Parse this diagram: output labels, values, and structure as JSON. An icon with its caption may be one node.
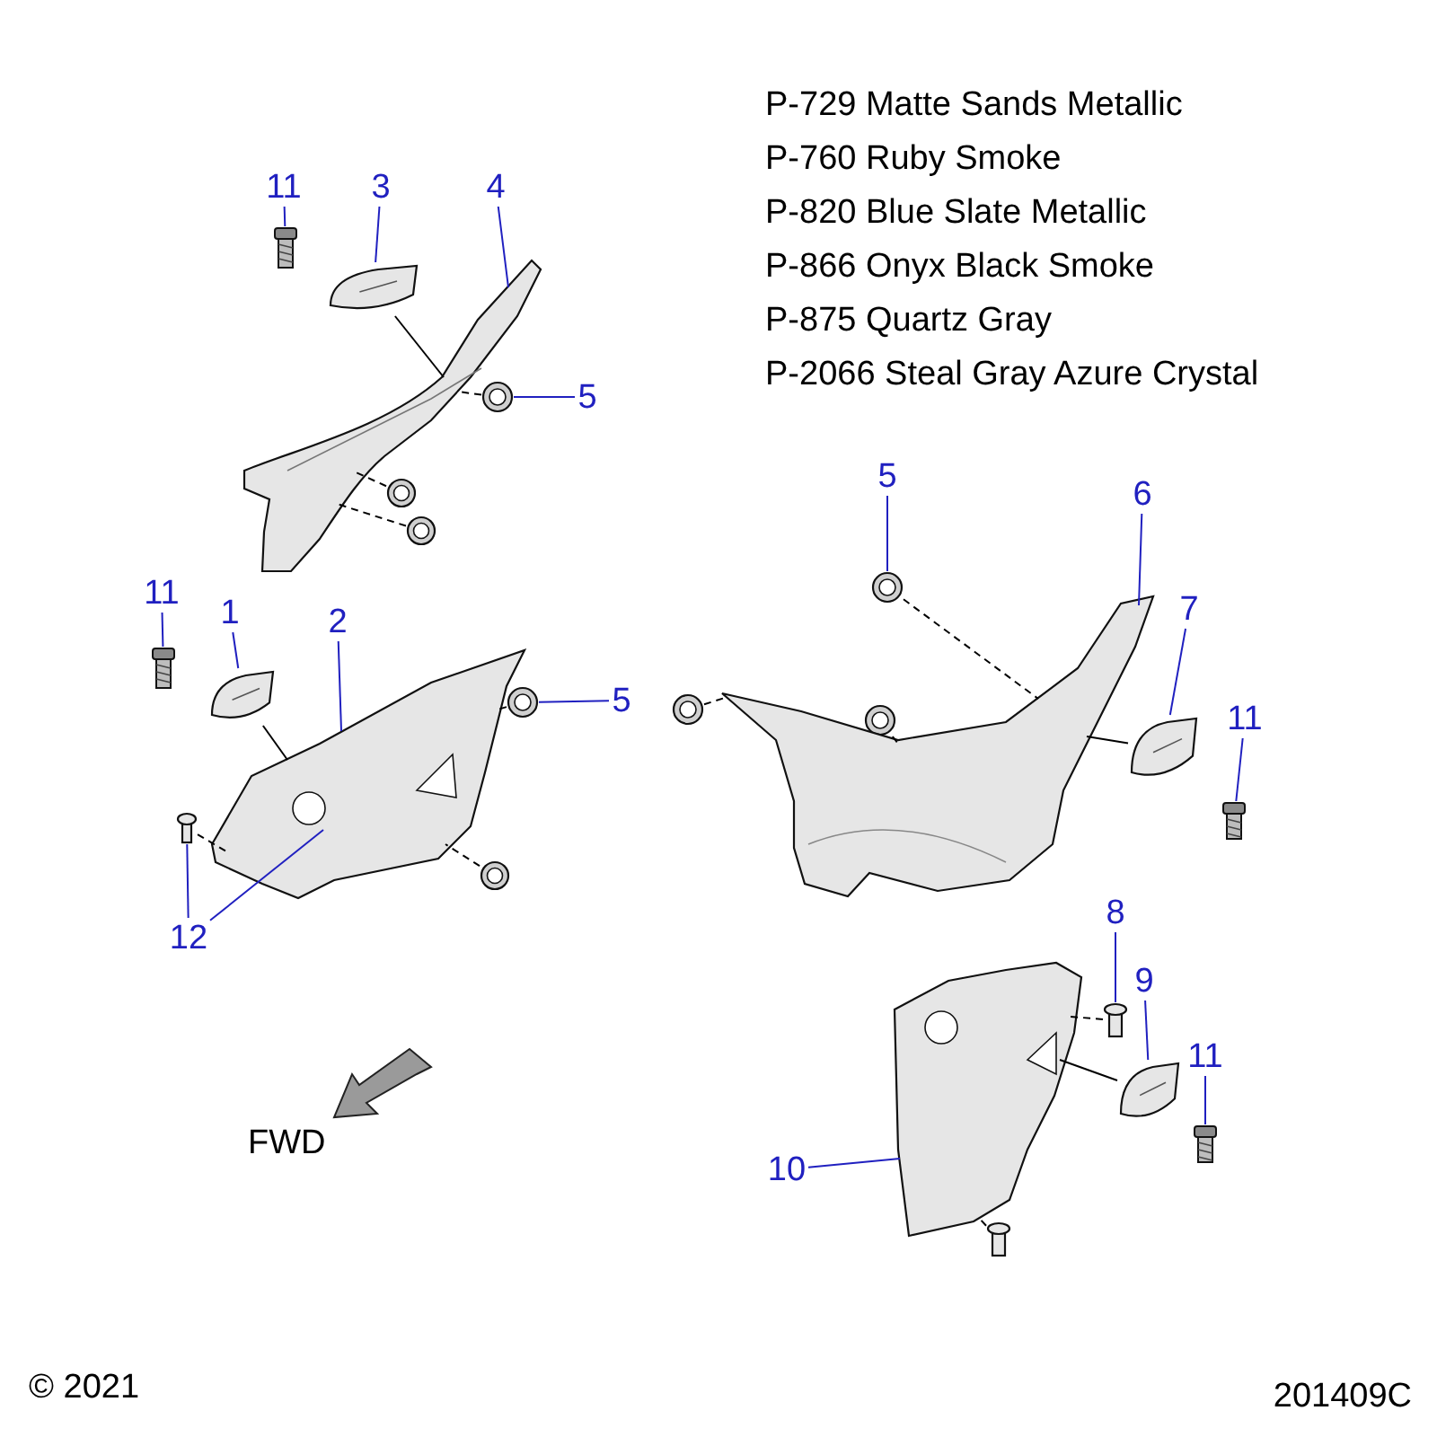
{
  "diagram": {
    "nodes": [
      {
        "text": [
          "11"
        ]
      },
      {
        "text": [
          "3"
        ]
      },
      {
        "text": [
          "4"
        ]
      },
      {
        "text": [
          "5"
        ]
      },
      {
        "text": [
          "11"
        ]
      },
      {
        "text": [
          "1"
        ]
      },
      {
        "text": [
          "2"
        ]
      },
      {
        "text": [
          "5"
        ]
      },
      {
        "text": [
          "12"
        ]
      },
      {
        "text": [
          "5"
        ]
      },
      {
        "text": [
          "6"
        ]
      },
      {
        "text": [
          "7"
        ]
      },
      {
        "text": [
          "11"
        ]
      },
      {
        "text": [
          "8"
        ]
      },
      {
        "text": [
          "9"
        ]
      },
      {
        "text": [
          "11"
        ]
      },
      {
        "text": [
          "10"
        ]
      },
      {
        "text": [],
        "shape": "picture"
      },
      {
        "text": [],
        "shape": "picture"
      },
      {
        "text": [],
        "shape": "picture"
      },
      {
        "text": [],
        "shape": "picture"
      },
      {
        "text": [],
        "shape": "picture"
      },
      {
        "text": [],
        "shape": "picture"
      },
      {
        "text": [],
        "shape": "picture"
      },
      {
        "text": [],
        "shape": "picture"
      },
      {
        "text": [],
        "shape": "picture"
      },
      {
        "text": [],
        "shape": "picture"
      },
      {
        "text": [],
        "shape": "picture"
      },
      {
        "text": [],
        "shape": "picture"
      },
      {
        "text": [],
        "shape": "picture"
      },
      {
        "text": [],
        "shape": "picture"
      },
      {
        "text": [],
        "shape": "picture"
      },
      {
        "text": [],
        "shape": "picture"
      },
      {
        "text": [],
        "shape": "picture"
      },
      {
        "text": [],
        "shape": "picture"
      },
      {
        "text": [],
        "shape": "picture"
      },
      {
        "text": [],
        "shape": "picture"
      },
      {
        "text": [],
        "shape": "picture"
      },
      {
        "text": [],
        "shape": "picture"
      },
      {
        "text": [],
        "shape": "picture"
      }
    ],
    "edges": [
      {
        "from": 0,
        "to": 17,
        "arrow": "none"
      },
      {
        "from": 1,
        "to": 18,
        "arrow": "none"
      },
      {
        "from": 2,
        "to": 19,
        "arrow": "none"
      },
      {
        "from": 3,
        "to": 20,
        "arrow": "none"
      },
      {
        "from": 4,
        "to": 23,
        "arrow": "none"
      },
      {
        "from": 5,
        "to": 24,
        "arrow": "none"
      },
      {
        "from": 6,
        "to": 25,
        "arrow": "none"
      },
      {
        "from": 7,
        "to": 26,
        "arrow": "none"
      },
      {
        "from": 8,
        "to": 28,
        "arrow": "none"
      },
      {
        "from": 8,
        "to": 25,
        "arrow": "none"
      },
      {
        "from": 9,
        "to": 29,
        "arrow": "none"
      },
      {
        "from": 10,
        "to": 32,
        "arrow": "none"
      },
      {
        "from": 11,
        "to": 33,
        "arrow": "none"
      },
      {
        "from": 12,
        "to": 34,
        "arrow": "none"
      },
      {
        "from": 13,
        "to": 35,
        "arrow": "none"
      },
      {
        "from": 14,
        "to": 36,
        "arrow": "none"
      },
      {
        "from": 15,
        "to": 37,
        "arrow": "none"
      },
      {
        "from": 16,
        "to": 38,
        "arrow": "none"
      },
      {
        "from": 18,
        "to": 19,
        "arrow": "none",
        "color": "#000000"
      },
      {
        "from": 24,
        "to": 25,
        "arrow": "none",
        "color": "#000000"
      },
      {
        "from": 33,
        "to": 32,
        "arrow": "none",
        "color": "#000000"
      },
      {
        "from": 36,
        "to": 38,
        "arrow": "none",
        "color": "#000000"
      },
      {
        "from": 20,
        "to": 19,
        "arrow": "none",
        "style": "dashed",
        "color": "#000000"
      },
      {
        "from": 21,
        "to": 19,
        "arrow": "none",
        "style": "dashed",
        "color": "#000000"
      },
      {
        "from": 22,
        "to": 19,
        "arrow": "none",
        "style": "dashed",
        "color": "#000000"
      },
      {
        "from": 26,
        "to": 25,
        "arrow": "none",
        "style": "dashed",
        "color": "#000000"
      },
      {
        "from": 27,
        "to": 25,
        "arrow": "none",
        "style": "dashed",
        "color": "#000000"
      },
      {
        "from": 28,
        "to": 25,
        "arrow": "none",
        "style": "dashed",
        "color": "#000000"
      },
      {
        "from": 29,
        "to": 32,
        "arrow": "none",
        "style": "dashed",
        "color": "#000000"
      },
      {
        "from": 30,
        "to": 32,
        "arrow": "none",
        "style": "dashed",
        "color": "#000000"
      },
      {
        "from": 31,
        "to": 32,
        "arrow": "none",
        "style": "dashed",
        "color": "#000000"
      },
      {
        "from": 35,
        "to": 38,
        "arrow": "none",
        "style": "dashed",
        "color": "#000000"
      },
      {
        "from": 39,
        "to": 38,
        "arrow": "none",
        "style": "dashed",
        "color": "#000000"
      }
    ],
    "labels": [
      "P-729 Matte Sands Metallic",
      "P-760 Ruby Smoke",
      "P-820 Blue Slate Metallic",
      "P-866 Onyx Black Smoke",
      "P-875 Quartz Gray",
      "P-2066 Steal Gray Azure Crystal",
      "FWD",
      "© 2021",
      "201409C"
    ]
  }
}
